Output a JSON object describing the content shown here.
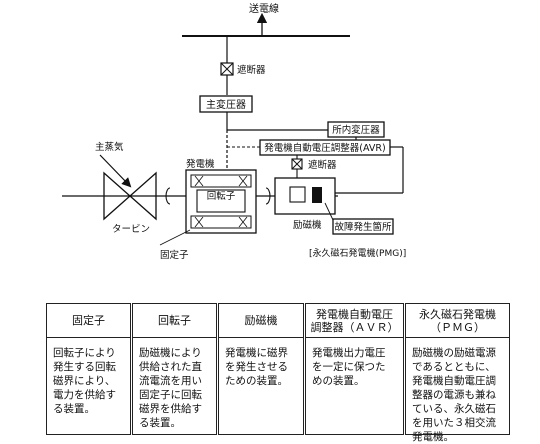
{
  "diagram": {
    "transmission_line": "送電線",
    "breaker_top": "遮断器",
    "main_transformer": "主変圧器",
    "house_transformer": "所内変圧器",
    "main_steam": "主蒸気",
    "generator": "発電機",
    "avr_box": "発電機自動電圧調整器(AVR)",
    "breaker_exciter": "遮断器",
    "rotor": "回転子",
    "stator": "固定子",
    "turbine": "タービン",
    "exciter": "励磁機",
    "fault_location": "故障発生箇所",
    "pmg": "[永久磁石発電機(PMG)]"
  },
  "legend_boxes": [
    {
      "title": "固定子",
      "body": [
        "回転子により",
        "発生する回転",
        "磁界により、",
        "電力を供給す",
        "る装置。"
      ]
    },
    {
      "title": "回転子",
      "body": [
        "励磁機により",
        "供給された直",
        "流電流を用い",
        "固定子に回転",
        "磁界を供給す",
        "る装置。"
      ]
    },
    {
      "title": "励磁機",
      "body": [
        "発電機に磁界",
        "を発生させる",
        "ための装置。"
      ]
    },
    {
      "title": "発電機自動電圧\n調整器（ＡＶＲ）",
      "body": [
        "発電機出力電圧",
        "を一定に保つた",
        "めの装置。"
      ]
    },
    {
      "title": "永久磁石発電機\n（ＰＭＧ）",
      "body": [
        "励磁機の励磁電源",
        "であるとともに、",
        "発電機自動電圧調",
        "整器の電源も兼ね",
        "ている、永久磁石",
        "を用いた３相交流",
        "発電機。"
      ]
    }
  ]
}
